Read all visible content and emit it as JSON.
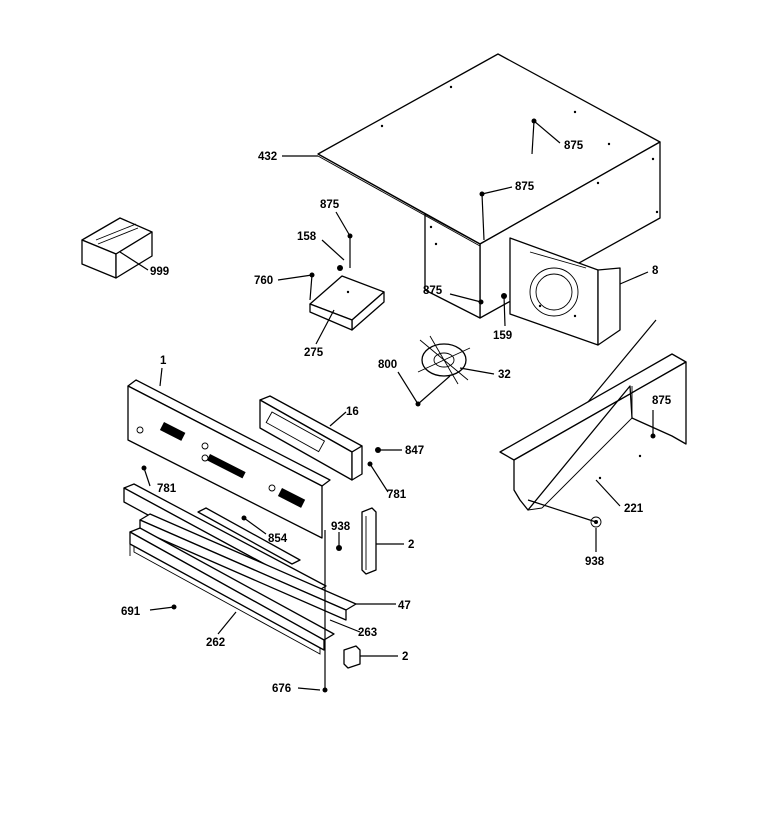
{
  "callouts": {
    "c432": "432",
    "c875_top1": "875",
    "c875_top2": "875",
    "c875_bracket": "875",
    "c158": "158",
    "c760": "760",
    "c275": "275",
    "c999": "999",
    "c8": "8",
    "c875_fan": "875",
    "c159": "159",
    "c800": "800",
    "c32": "32",
    "c1": "1",
    "c16": "16",
    "c847": "847",
    "c781_left": "781",
    "c781_right": "781",
    "c938_left": "938",
    "c854": "854",
    "c2_upper": "2",
    "c47": "47",
    "c691": "691",
    "c263": "263",
    "c262": "262",
    "c2_lower": "2",
    "c676": "676",
    "c875_right": "875",
    "c221": "221",
    "c938_right": "938"
  }
}
